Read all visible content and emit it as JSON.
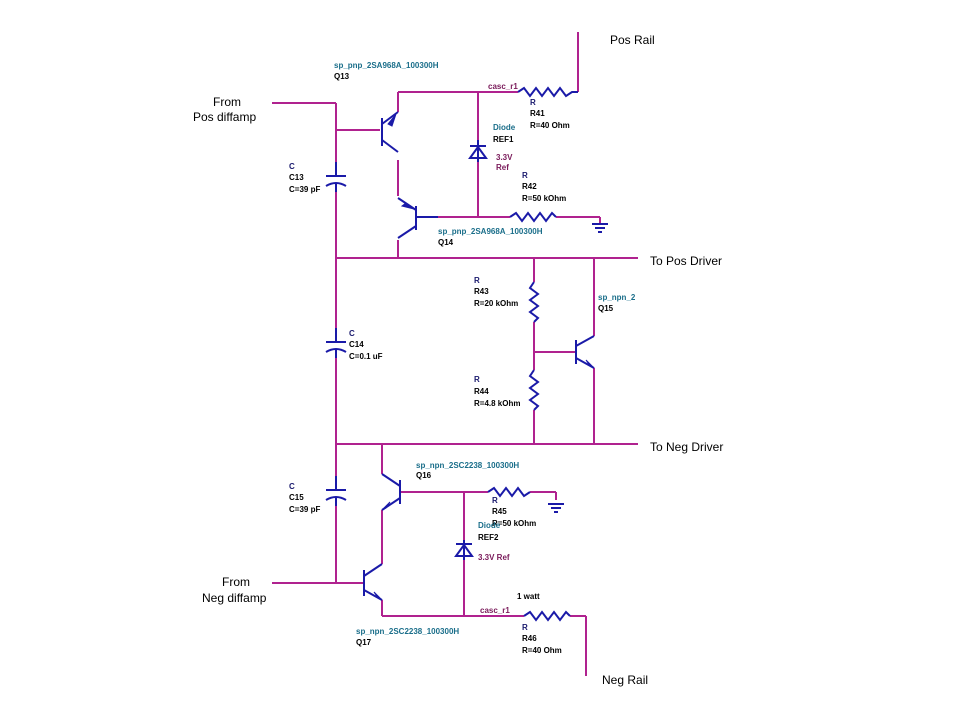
{
  "labels": {
    "pos_rail": "Pos Rail",
    "neg_rail": "Neg Rail",
    "from_pos_1": "From",
    "from_pos_2": "Pos diffamp",
    "from_neg_1": "From",
    "from_neg_2": "Neg diffamp",
    "to_pos_driver": "To Pos Driver",
    "to_neg_driver": "To Neg Driver"
  },
  "components": {
    "q13": {
      "model": "sp_pnp_2SA968A_100300H",
      "ref": "Q13"
    },
    "q14": {
      "model": "sp_pnp_2SA968A_100300H",
      "ref": "Q14"
    },
    "q15": {
      "model": "sp_npn_2",
      "ref": "Q15"
    },
    "q16": {
      "model": "sp_npn_2SC2238_100300H",
      "ref": "Q16"
    },
    "q17": {
      "model": "sp_npn_2SC2238_100300H",
      "ref": "Q17"
    },
    "r41": {
      "type": "R",
      "ref": "R41",
      "value": "R=40 Ohm",
      "net": "casc_r1"
    },
    "r42": {
      "type": "R",
      "ref": "R42",
      "value": "R=50 kOhm"
    },
    "r43": {
      "type": "R",
      "ref": "R43",
      "value": "R=20 kOhm"
    },
    "r44": {
      "type": "R",
      "ref": "R44",
      "value": "R=4.8 kOhm"
    },
    "r45": {
      "type": "R",
      "ref": "R45",
      "value": "R=50 kOhm"
    },
    "r46": {
      "type": "R",
      "ref": "R46",
      "value": "R=40 Ohm",
      "net": "casc_r1",
      "power": "1 watt"
    },
    "c13": {
      "type": "C",
      "ref": "C13",
      "value": "C=39 pF"
    },
    "c14": {
      "type": "C",
      "ref": "C14",
      "value": "C=0.1 uF"
    },
    "c15": {
      "type": "C",
      "ref": "C15",
      "value": "C=39 pF"
    },
    "ref1": {
      "type": "Diode",
      "ref": "REF1",
      "value1": "3.3V",
      "value2": "Ref"
    },
    "ref2": {
      "type": "Diode",
      "ref": "REF2",
      "value": "3.3V Ref"
    }
  },
  "colors": {
    "wire": "#b0228f",
    "component": "#1a1aa8"
  }
}
